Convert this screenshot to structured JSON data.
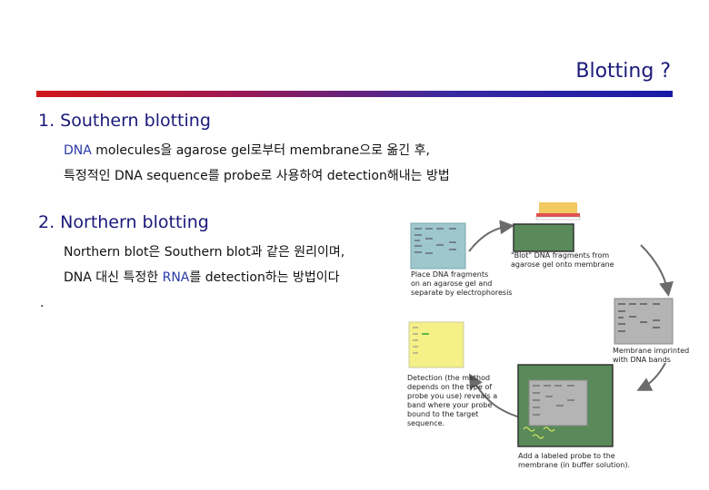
{
  "slide": {
    "title": "Blotting ?",
    "sections": [
      {
        "heading": "1. Southern blotting",
        "lines": [
          {
            "highlight": "DNA",
            "rest": " molecules을 agarose gel로부터 membrane으로 옮긴 후,"
          },
          {
            "text": "특정적인 DNA sequence를 probe로 사용하여 detection해내는 방법"
          }
        ]
      },
      {
        "heading": "2. Northern blotting",
        "lines": [
          {
            "text": "Northern blot은 Southern blot과 같은 원리이며,"
          },
          {
            "before": "DNA 대신 특정한 ",
            "highlight": "RNA",
            "after": "를 detection하는 방법이다"
          }
        ]
      }
    ],
    "bullet": "."
  },
  "diagram": {
    "captions": {
      "gel": [
        "Place DNA fragments",
        "on an agarose gel and",
        "separate by electrophoresis"
      ],
      "blot": [
        "\"Blot\" DNA fragments from",
        "agarose gel onto membrane"
      ],
      "membrane": [
        "Membrane imprinted",
        "with DNA bands"
      ],
      "probe": [
        "Add a labeled probe to the",
        "membrane (in buffer solution)."
      ],
      "detection": [
        "Detection (the method",
        "depends on the type of",
        "probe you use) reveals a",
        "band where your probe",
        "bound to the target",
        "sequence."
      ]
    },
    "colors": {
      "gel": "#9ec7cc",
      "membrane": "#b4b4b4",
      "probe_bath": "#5a8a5a",
      "detection": "#f5f088",
      "arrow": "#6b6b6b"
    }
  }
}
